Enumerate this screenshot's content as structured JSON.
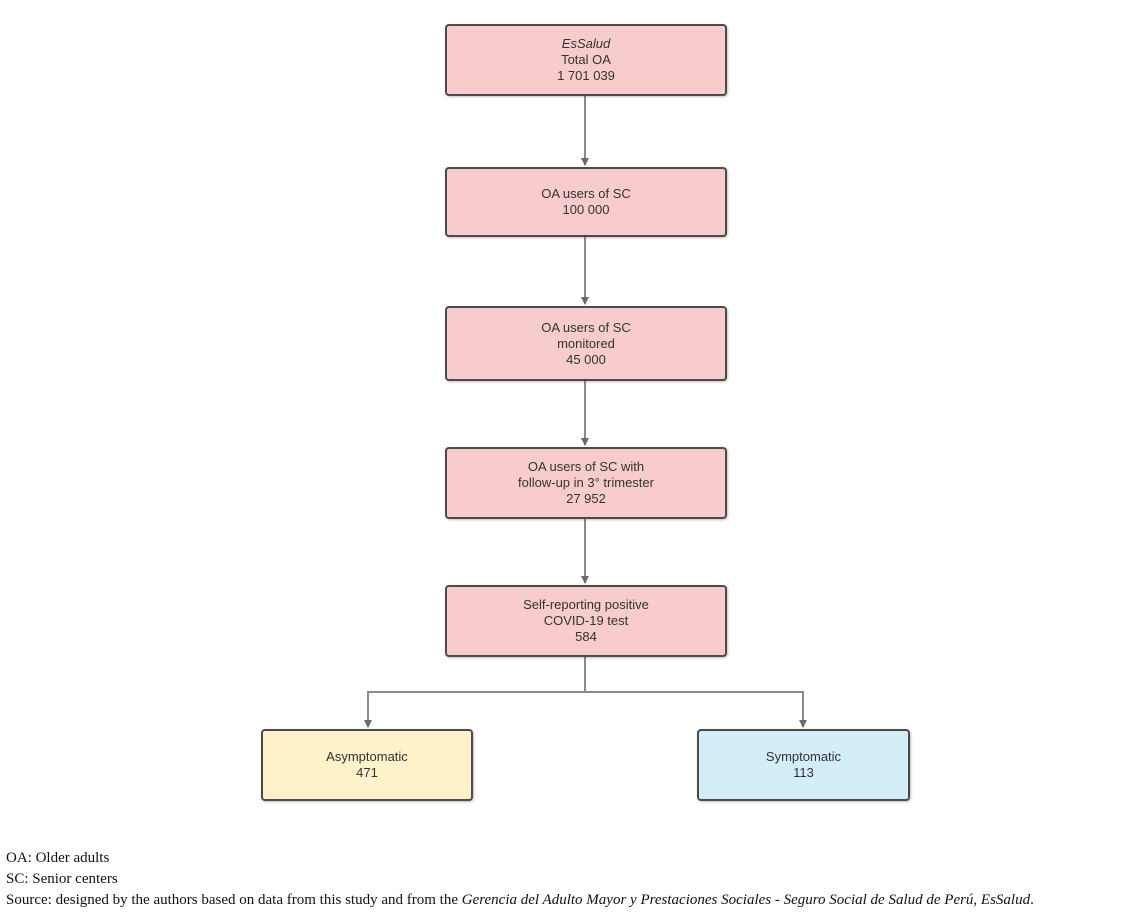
{
  "flowchart": {
    "nodes": [
      {
        "id": "total",
        "org": "EsSalud",
        "label": "Total OA",
        "count": "1 701 039",
        "color": "#f8cccc"
      },
      {
        "id": "users",
        "label": "OA users of SC",
        "count": "100 000",
        "color": "#f8cccc"
      },
      {
        "id": "monitored",
        "label_line1": "OA users of SC",
        "label_line2": "monitored",
        "count": "45 000",
        "color": "#f8cccc"
      },
      {
        "id": "followup",
        "label_line1": "OA users of SC with",
        "label_line2": "follow-up in 3° trimester",
        "count": "27 952",
        "color": "#f8cccc"
      },
      {
        "id": "positive",
        "label_line1": "Self-reporting positive",
        "label_line2": "COVID-19 test",
        "count": "584",
        "color": "#f8cccc"
      },
      {
        "id": "asymptomatic",
        "label": "Asymptomatic",
        "count": "471",
        "color": "#fdf2c9"
      },
      {
        "id": "symptomatic",
        "label": "Symptomatic",
        "count": "113",
        "color": "#d3eef9"
      }
    ],
    "edges": [
      {
        "from": "total",
        "to": "users"
      },
      {
        "from": "users",
        "to": "monitored"
      },
      {
        "from": "monitored",
        "to": "followup"
      },
      {
        "from": "followup",
        "to": "positive"
      },
      {
        "from": "positive",
        "to": "asymptomatic"
      },
      {
        "from": "positive",
        "to": "symptomatic"
      }
    ],
    "border_color": "#4b4b4b",
    "arrow_color": "#777777"
  },
  "footnotes": {
    "oa": "OA: Older adults",
    "sc": "SC: Senior centers",
    "source_prefix": "Source: designed by the authors based on data from this study and from the ",
    "source_italic": "Gerencia del Adulto Mayor y Prestaciones Sociales - Seguro Social de Salud de Perú, EsSalud",
    "source_suffix": "."
  }
}
